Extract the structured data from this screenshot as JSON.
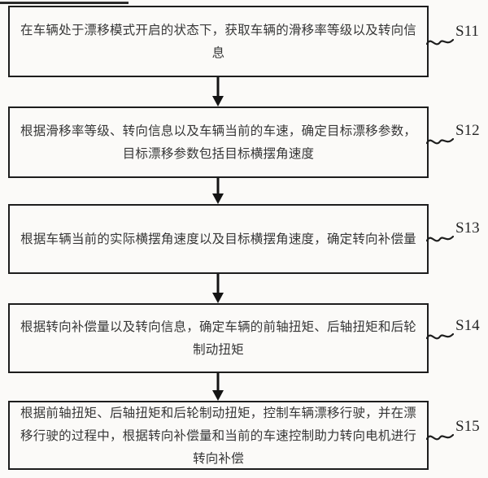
{
  "flowchart": {
    "figure_type": "patent-method-flowchart",
    "colors": {
      "background": "#fbfaf8",
      "line": "#1d1d1d",
      "text": "#363636",
      "label": "#242424"
    },
    "steps": [
      {
        "id": "S11",
        "text": "在车辆处于漂移模式开启的状态下，获取车辆的滑移率等级以及转向信息"
      },
      {
        "id": "S12",
        "text": "根据滑移率等级、转向信息以及车辆当前的车速，确定目标漂移参数，目标漂移参数包括目标横摆角速度"
      },
      {
        "id": "S13",
        "text": "根据车辆当前的实际横摆角速度以及目标横摆角速度，确定转向补偿量"
      },
      {
        "id": "S14",
        "text": "根据转向补偿量以及转向信息，确定车辆的前轴扭矩、后轴扭矩和后轮制动扭矩"
      },
      {
        "id": "S15",
        "text": "根据前轴扭矩、后轴扭矩和后轮制动扭矩，控制车辆漂移行驶，并在漂移行驶的过程中，根据转向补偿量和当前的车速控制助力转向电机进行转向补偿"
      }
    ]
  }
}
